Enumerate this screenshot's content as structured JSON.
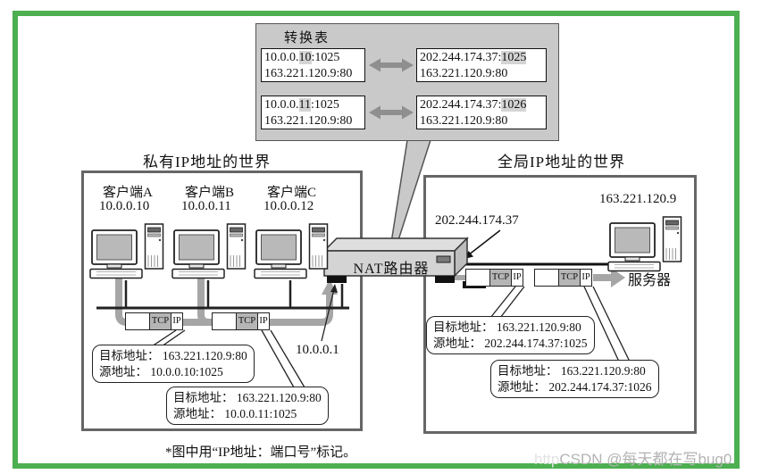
{
  "frame": {
    "border_color": "#4caf50"
  },
  "table": {
    "title": "转换表",
    "rows": [
      {
        "private": {
          "l1_pre": "10.0.0.",
          "l1_hl": "10",
          "l1_post": ":1025",
          "l2": "163.221.120.9:80"
        },
        "global": {
          "l1_pre": "202.244.174.37:",
          "l1_hl": "1025",
          "l1_post": "",
          "l2": "163.221.120.9:80"
        }
      },
      {
        "private": {
          "l1_pre": "10.0.0.",
          "l1_hl": "11",
          "l1_post": ":1025",
          "l2": "163.221.120.9:80"
        },
        "global": {
          "l1_pre": "202.244.174.37:",
          "l1_hl": "1026",
          "l1_post": "",
          "l2": "163.221.120.9:80"
        }
      }
    ]
  },
  "private_world": {
    "title": "私有IP地址的世界",
    "clients": [
      {
        "name": "客户端A",
        "ip": "10.0.0.10"
      },
      {
        "name": "客户端B",
        "ip": "10.0.0.11"
      },
      {
        "name": "客户端C",
        "ip": "10.0.0.12"
      }
    ],
    "callouts": [
      {
        "line1": "目标地址： 163.221.120.9:80",
        "line2": "源地址： 10.0.0.10:1025"
      },
      {
        "line1": "目标地址： 163.221.120.9:80",
        "line2": "源地址： 10.0.0.11:1025"
      }
    ]
  },
  "global_world": {
    "title": "全局IP地址的世界",
    "server_name": "服务器",
    "server_ip": "163.221.120.9",
    "callouts": [
      {
        "line1": "目标地址： 163.221.120.9:80",
        "line2": "源地址： 202.244.174.37:1025"
      },
      {
        "line1": "目标地址： 163.221.120.9:80",
        "line2": "源地址： 202.244.174.37:1026"
      }
    ]
  },
  "router": {
    "label": "NAT路由器",
    "wan_ip": "202.244.174.37",
    "lan_ip": "10.0.0.1"
  },
  "packet": {
    "tcp": "TCP",
    "ip": "IP"
  },
  "note": "*图中用“IP地址：端口号”标记。",
  "watermark": {
    "ghost": "http",
    "text": "CSDN @每天都在写bug0"
  }
}
